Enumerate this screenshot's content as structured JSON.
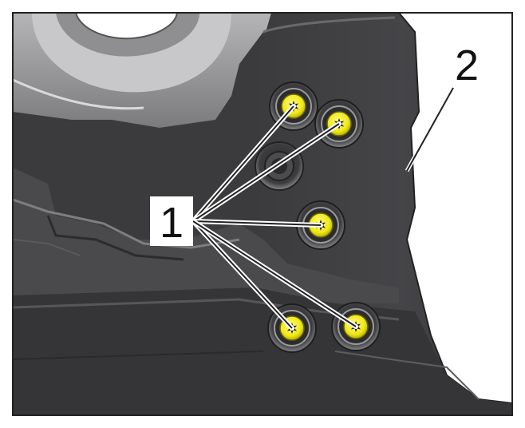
{
  "figure": {
    "callouts": [
      {
        "label": "1",
        "part": "screws"
      },
      {
        "label": "2",
        "part": "housing"
      }
    ],
    "colors": {
      "screw_head": "#f2ec1f",
      "housing_dark": "#3c3c3e",
      "housing_light": "#9a9a9c",
      "frame": "#222222"
    },
    "icons": [
      "torx-screw-icon"
    ]
  }
}
